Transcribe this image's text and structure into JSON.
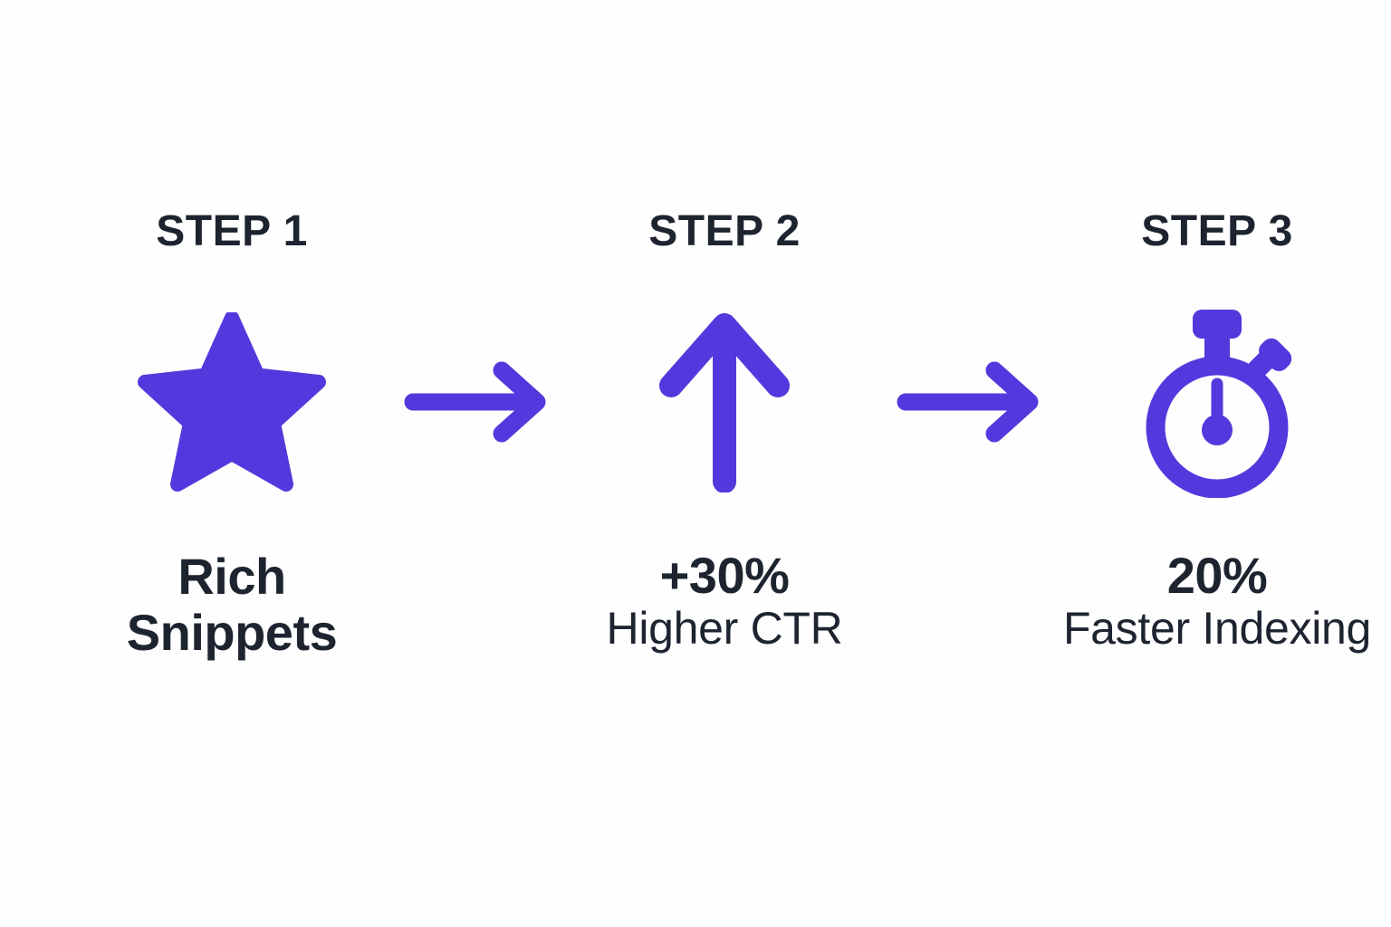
{
  "page": {
    "background_color": "#fefefe",
    "accent_color": "#5538dd",
    "text_color": "#1d2430",
    "layout": "three-step horizontal flow with arrow connectors"
  },
  "steps": [
    {
      "label": "STEP 1",
      "icon": "star-icon",
      "primary": "Rich Snippets",
      "secondary": ""
    },
    {
      "label": "STEP 2",
      "icon": "arrow-up-icon",
      "primary": "+30%",
      "secondary": "Higher CTR"
    },
    {
      "label": "STEP 3",
      "icon": "stopwatch-icon",
      "primary": "20%",
      "secondary": "Faster Indexing"
    }
  ],
  "connectors": [
    {
      "icon": "arrow-right-icon"
    },
    {
      "icon": "arrow-right-icon"
    }
  ]
}
